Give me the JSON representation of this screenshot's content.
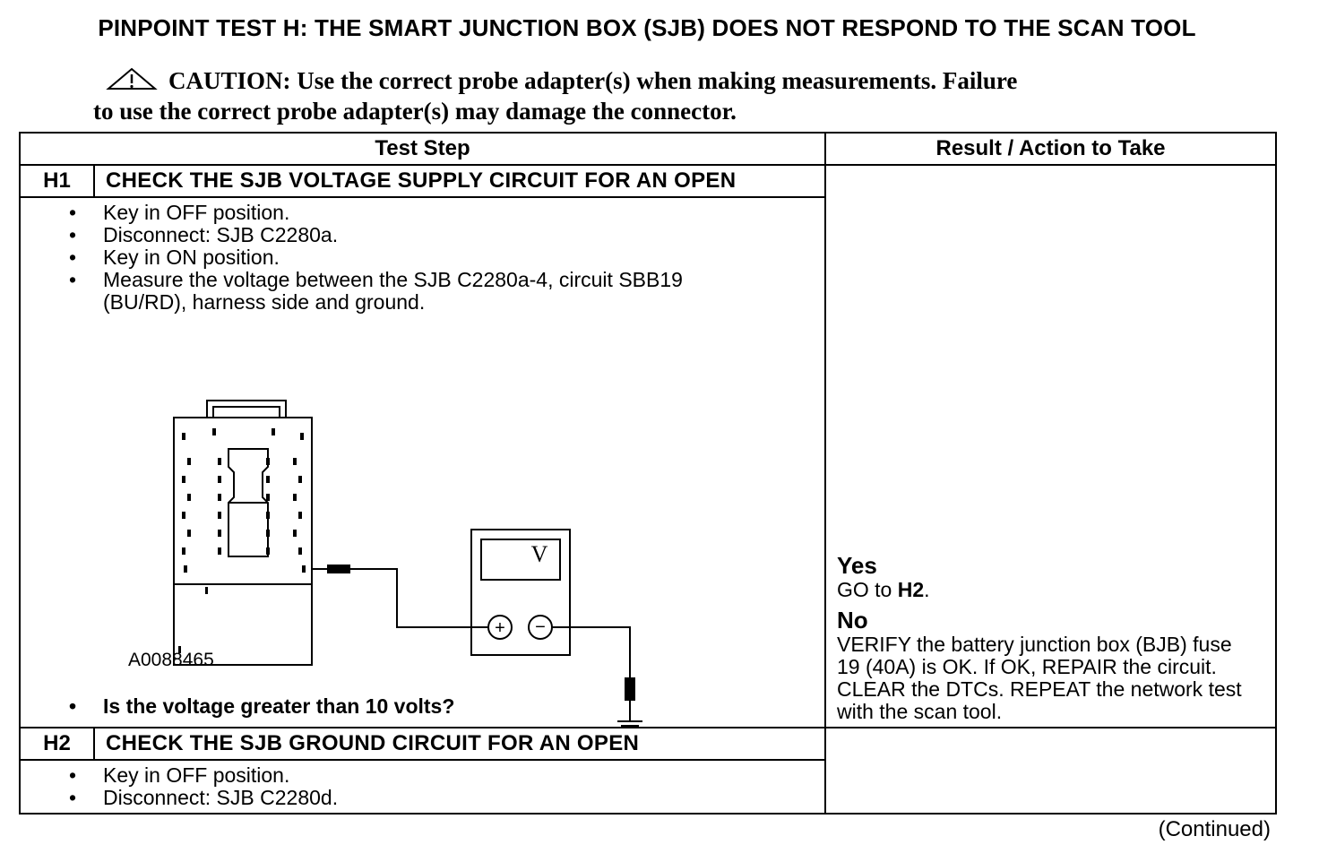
{
  "title": "PINPOINT TEST  H: THE SMART JUNCTION BOX (SJB) DOES NOT RESPOND TO THE SCAN TOOL",
  "caution": {
    "line1": "CAUTION: Use the correct probe adapter(s) when making measurements. Failure",
    "line2": "to use the correct probe adapter(s) may damage the connector."
  },
  "table": {
    "col_step": "Test Step",
    "col_result": "Result / Action to Take",
    "h1": {
      "id": "H1",
      "title": "CHECK THE SJB VOLTAGE SUPPLY CIRCUIT FOR AN OPEN",
      "bullets": [
        "Key in OFF position.",
        "Disconnect: SJB C2280a.",
        "Key in ON position.",
        "Measure the voltage between the SJB C2280a-4, circuit SBB19 (BU/RD), harness side and ground."
      ],
      "figure_id": "A0088465",
      "meter_label": "V",
      "question": "Is the voltage greater than 10 volts?",
      "yes_label": "Yes",
      "yes_go": "GO to ",
      "yes_target": "H2",
      "yes_end": ".",
      "no_label": "No",
      "no_text": "VERIFY the battery junction box (BJB) fuse 19 (40A) is OK. If OK, REPAIR the circuit. CLEAR the DTCs. REPEAT the network test with the scan tool."
    },
    "h2": {
      "id": "H2",
      "title": "CHECK THE SJB GROUND CIRCUIT FOR AN OPEN",
      "bullets": [
        "Key in OFF position.",
        "Disconnect: SJB C2280d."
      ]
    }
  },
  "continued": "(Continued)"
}
